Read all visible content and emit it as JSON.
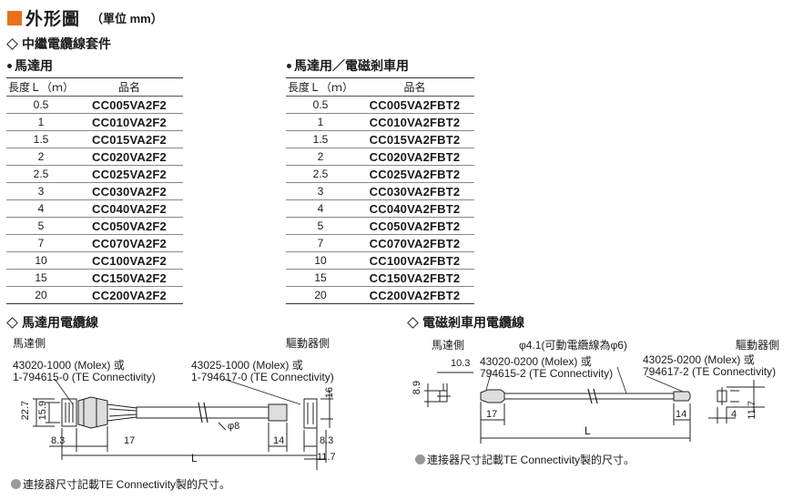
{
  "header": {
    "title": "外形圖",
    "unit": "（單位 mm）"
  },
  "relay_set": {
    "title": "中繼電纜線套件"
  },
  "motor_table": {
    "title": "馬達用",
    "col_length": "長度Ｌ（ｍ）",
    "col_part": "品名",
    "rows": [
      {
        "length": "0.5",
        "part": "CC005VA2F2"
      },
      {
        "length": "1",
        "part": "CC010VA2F2"
      },
      {
        "length": "1.5",
        "part": "CC015VA2F2"
      },
      {
        "length": "2",
        "part": "CC020VA2F2"
      },
      {
        "length": "2.5",
        "part": "CC025VA2F2"
      },
      {
        "length": "3",
        "part": "CC030VA2F2"
      },
      {
        "length": "4",
        "part": "CC040VA2F2"
      },
      {
        "length": "5",
        "part": "CC050VA2F2"
      },
      {
        "length": "7",
        "part": "CC070VA2F2"
      },
      {
        "length": "10",
        "part": "CC100VA2F2"
      },
      {
        "length": "15",
        "part": "CC150VA2F2"
      },
      {
        "length": "20",
        "part": "CC200VA2F2"
      }
    ]
  },
  "brake_table": {
    "title": "馬達用／電磁剎車用",
    "col_length": "長度Ｌ（ｍ）",
    "col_part": "品名",
    "rows": [
      {
        "length": "0.5",
        "part": "CC005VA2FBT2"
      },
      {
        "length": "1",
        "part": "CC010VA2FBT2"
      },
      {
        "length": "1.5",
        "part": "CC015VA2FBT2"
      },
      {
        "length": "2",
        "part": "CC020VA2FBT2"
      },
      {
        "length": "2.5",
        "part": "CC025VA2FBT2"
      },
      {
        "length": "3",
        "part": "CC030VA2FBT2"
      },
      {
        "length": "4",
        "part": "CC040VA2FBT2"
      },
      {
        "length": "5",
        "part": "CC050VA2FBT2"
      },
      {
        "length": "7",
        "part": "CC070VA2FBT2"
      },
      {
        "length": "10",
        "part": "CC100VA2FBT2"
      },
      {
        "length": "15",
        "part": "CC150VA2FBT2"
      },
      {
        "length": "20",
        "part": "CC200VA2FBT2"
      }
    ]
  },
  "motor_cable": {
    "title": "馬達用電纜線",
    "motor_side": "馬達側",
    "driver_side": "驅動器側",
    "conn_left_1": "43020-1000 (Molex) 或",
    "conn_left_2": "1-794615-0 (TE Connectivity)",
    "conn_right_1": "43025-1000 (Molex) 或",
    "conn_right_2": "1-794617-0 (TE Connectivity)",
    "dims": {
      "h1": "22.7",
      "h2": "15.9",
      "d1": "8.3",
      "d2": "17",
      "diam": "φ8",
      "d3": "14",
      "d4": "8.3",
      "d5": "11.7",
      "d6": "16",
      "L": "L"
    },
    "note": "連接器尺寸記載TE Connectivity製的尺寸。"
  },
  "brake_cable": {
    "title": "電磁剎車用電纜線",
    "motor_side": "馬達側",
    "driver_side": "驅動器側",
    "diam_note": "φ4.1(可動電纜線為φ6)",
    "conn_left_1": "43020-0200 (Molex) 或",
    "conn_left_2": "794615-2 (TE Connectivity)",
    "conn_right_1": "43025-0200 (Molex) 或",
    "conn_right_2": "794617-2 (TE Connectivity)",
    "dims": {
      "d1": "10.3",
      "h1": "8.9",
      "d2": "17",
      "d3": "14",
      "d4": "4",
      "h2": "11.7",
      "L": "L"
    },
    "note": "連接器尺寸記載TE Connectivity製的尺寸。"
  }
}
